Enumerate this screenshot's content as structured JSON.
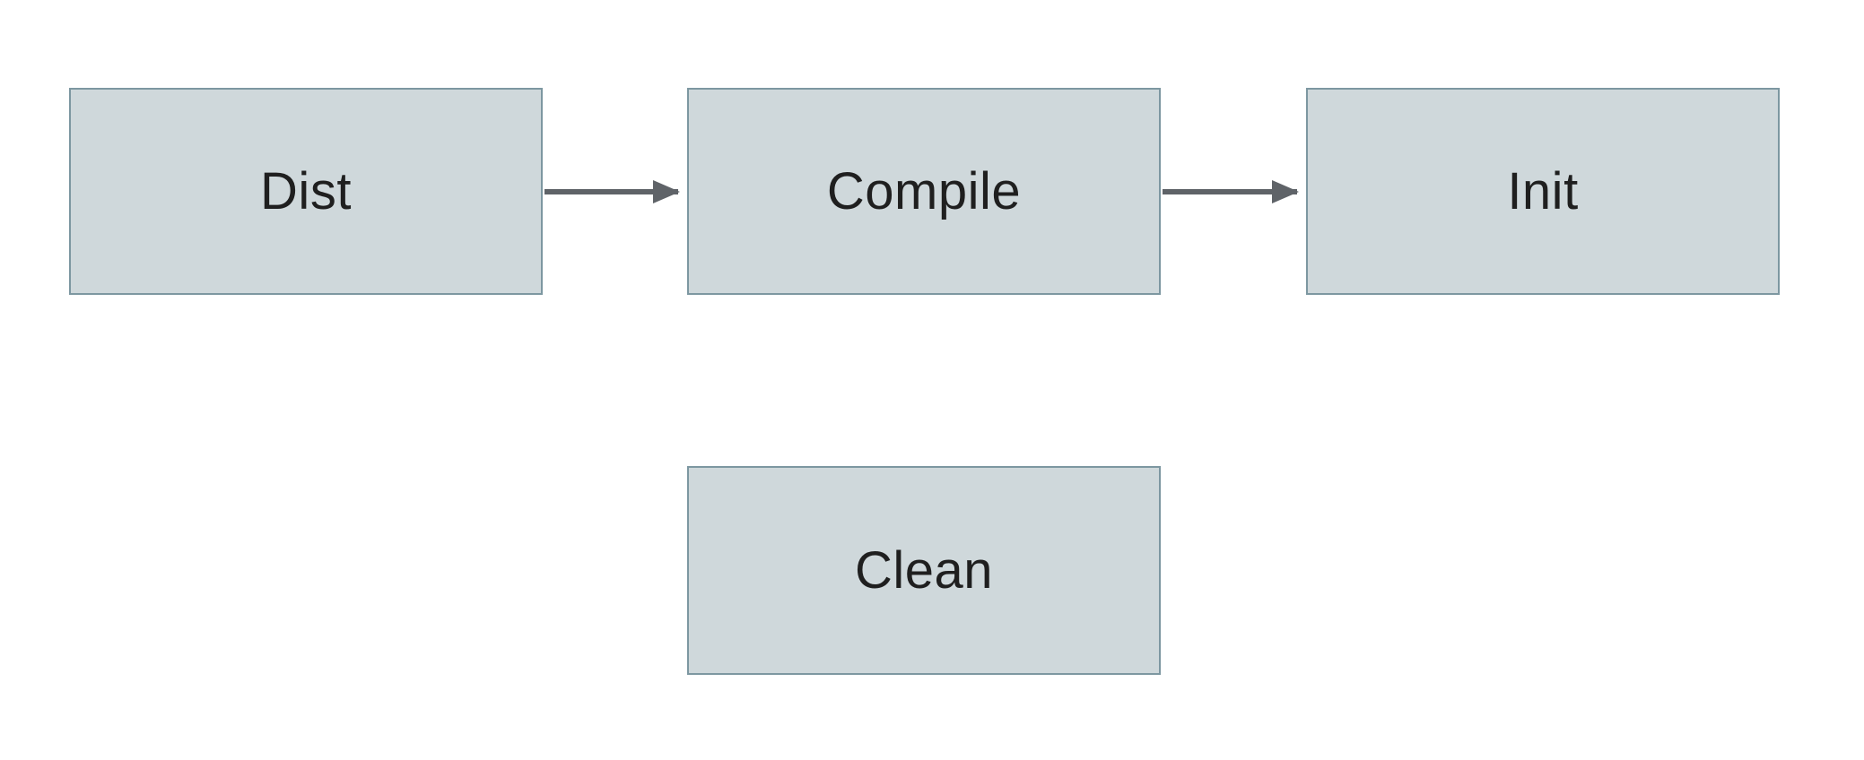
{
  "diagram": {
    "title": "build-targets-flow",
    "nodes": [
      {
        "id": "dist",
        "label": "Dist"
      },
      {
        "id": "compile",
        "label": "Compile"
      },
      {
        "id": "init",
        "label": "Init"
      },
      {
        "id": "clean",
        "label": "Clean"
      }
    ],
    "edges": [
      {
        "from": "dist",
        "to": "compile"
      },
      {
        "from": "compile",
        "to": "init"
      }
    ],
    "colors": {
      "node_fill": "#cfd8db",
      "node_border": "#7d97a1",
      "arrow": "#5f6368",
      "text": "#1f1f1f",
      "background": "#ffffff"
    }
  }
}
